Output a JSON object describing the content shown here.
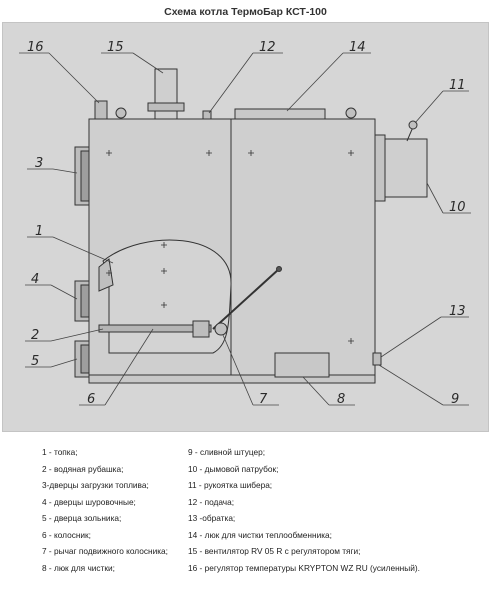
{
  "title": "Схема котла ТермоБар КСТ-100",
  "callouts": [
    "16",
    "15",
    "12",
    "14",
    "11",
    "3",
    "10",
    "1",
    "4",
    "2",
    "5",
    "6",
    "7",
    "8",
    "13",
    "9"
  ],
  "legend_left": [
    "1 - топка;",
    "2 - водяная рубашка;",
    "3-дверцы загрузки топлива;",
    "4 - дверцы шуровочные;",
    "5 - дверца зольника;",
    "6 - колосник;",
    "7 - рычаг подвижного колосника;",
    "8 - люк для чистки;"
  ],
  "legend_right": [
    "9 - сливной штуцер;",
    "10 - дымовой патрубок;",
    "11 - рукоятка шибера;",
    "12 - подача;",
    "13 -обратка;",
    "14 - люк для чистки теплообменника;",
    "15 - вентилятор RV 05 R с регулятором тяги;",
    "16 - регулятор температуры KRYPTON WZ RU (усиленный)."
  ]
}
